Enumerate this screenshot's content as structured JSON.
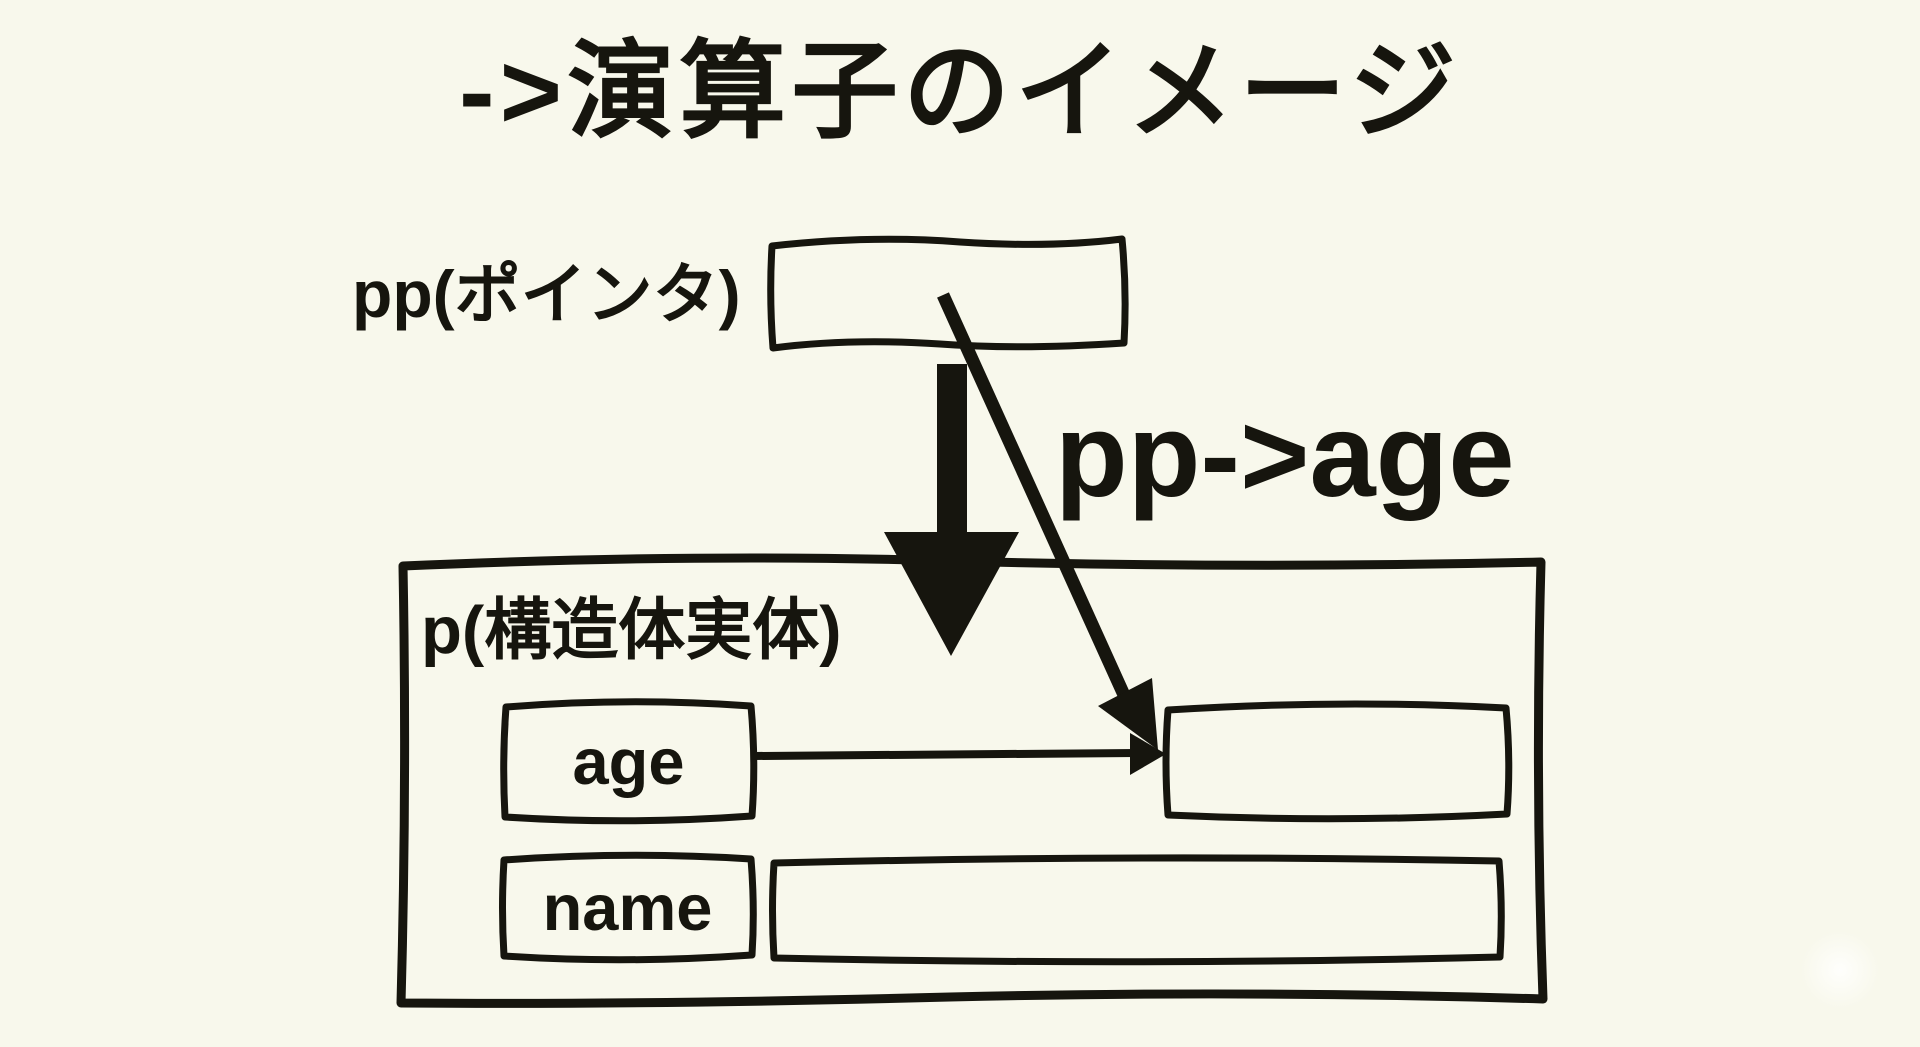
{
  "page": {
    "background": "#f8f8ec",
    "ink": "#16150e"
  },
  "title": {
    "text": "->演算子のイメージ"
  },
  "pointer": {
    "label": "pp(ポインタ)"
  },
  "expression": {
    "label": "pp->age"
  },
  "struct": {
    "label": "p(構造体実体)",
    "fields": [
      {
        "label": "age"
      },
      {
        "label": "name"
      }
    ]
  }
}
